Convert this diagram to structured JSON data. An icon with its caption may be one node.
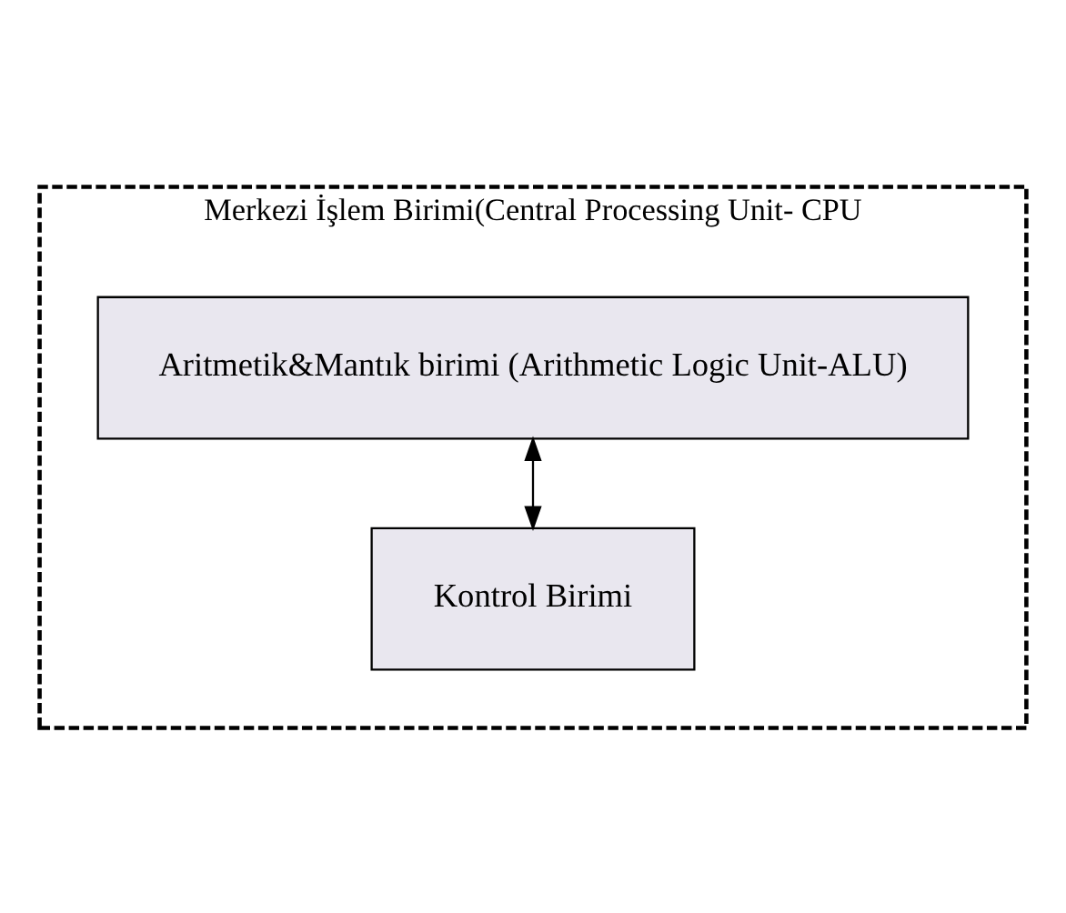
{
  "diagram": {
    "nodes": [
      {
        "text": [
          "Merkezi İşlem Birimi(Central Processing Unit- CPU"
        ]
      },
      {
        "text": [
          "Aritmetik&Mantık birimi (Arithmetic Logic Unit-ALU)"
        ],
        "in": 0
      },
      {
        "text": [
          "Kontrol Birimi"
        ],
        "in": 0
      }
    ],
    "edges": [
      {
        "from": 1,
        "to": 2,
        "arrow": "both"
      }
    ]
  }
}
